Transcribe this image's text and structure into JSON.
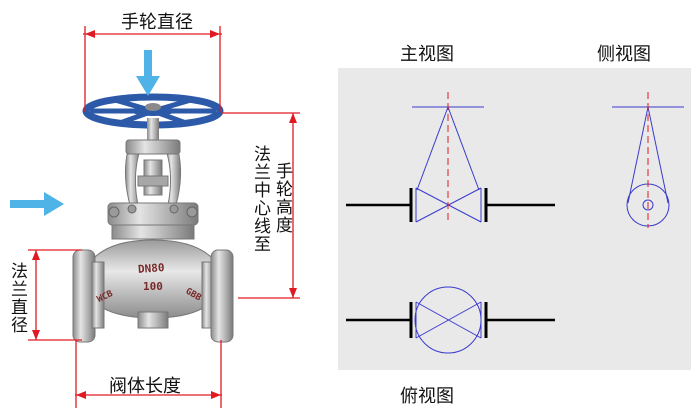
{
  "dimensions": {
    "handwheel_diameter": "手轮直径",
    "flange_to_handwheel_height": [
      "法兰中心线至",
      "手轮高度"
    ],
    "flange_diameter": "法兰直径",
    "body_length": "阀体长度"
  },
  "views": {
    "front": "主视图",
    "side": "侧视图",
    "top": "俯视图"
  },
  "valve_body_marks": {
    "size": "DN80",
    "pressure": "100",
    "material": "WCB",
    "side_mark": "GBB"
  },
  "colors": {
    "dimension_line": "#e01a22",
    "flow_arrow": "#4fb3e8",
    "symbol_line": "#3a3acc",
    "centerline": "#e01a22",
    "panel_bg": "#e9e9e9",
    "handwheel": "#2c5aa8"
  }
}
